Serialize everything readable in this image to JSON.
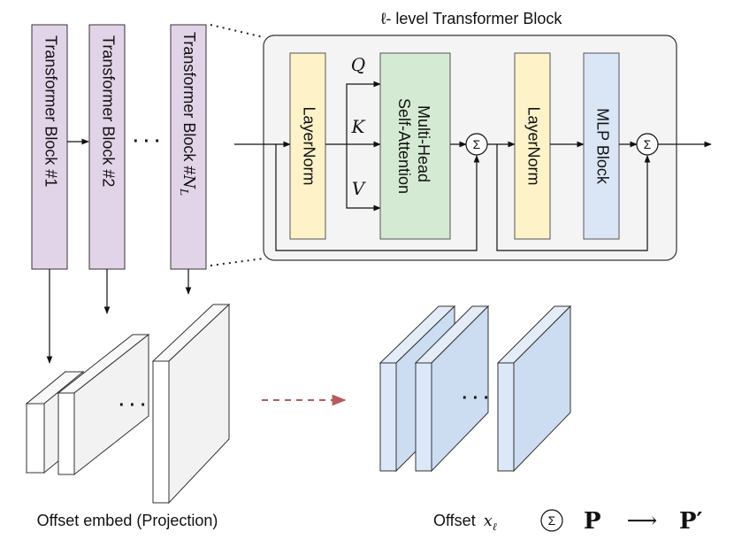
{
  "title": "ℓ- level Transformer Block",
  "stack_blocks": [
    {
      "label": "Transformer Block #1"
    },
    {
      "label": "Transformer Block #2"
    },
    {
      "label": "Transformer Block #",
      "subscript_main": "N",
      "subscript_sub": "L"
    }
  ],
  "stack_ellipsis": "· · ·",
  "inner": {
    "layernorm_1": "LayerNorm",
    "attention_line1": "Multi-Head",
    "attention_line2": "Self-Attention",
    "layernorm_2": "LayerNorm",
    "mlp": "MLP Block",
    "q": "Q",
    "k": "K",
    "v": "V",
    "sum_symbol": "Σ"
  },
  "left_caption": "Offset embed (Projection)",
  "right_ellipsis": "· · ·",
  "left_ellipsis": "· · ·",
  "legend": {
    "offset_label": "Offset",
    "offset_var": "x",
    "offset_sub": "ℓ",
    "sum_symbol": "Σ",
    "p": "P",
    "arrow": "⟶",
    "p_prime": "P′"
  },
  "colors": {
    "purple": "#e2d4e8",
    "yellow": "#fdf2c8",
    "green": "#d5ead3",
    "blue": "#dae6f6",
    "blue_slab": "#ccdcf1",
    "gray_slab": "#f2f2f2",
    "red_arrow": "#b55b5b",
    "panel": "#f4f4f4"
  }
}
